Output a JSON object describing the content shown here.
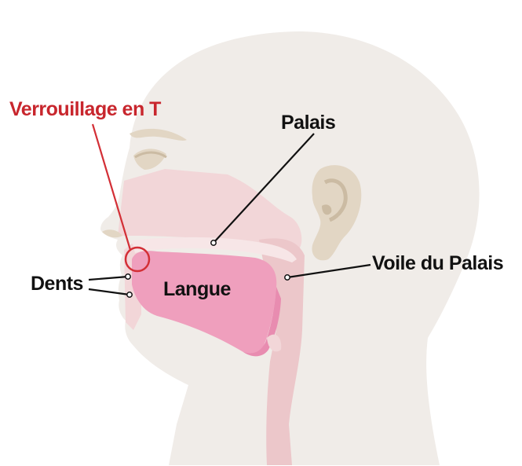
{
  "labels": {
    "t_lock": "Verrouillage en T",
    "palate": "Palais",
    "soft_palate": "Voile du Palais",
    "teeth": "Dents",
    "tongue": "Langue"
  },
  "colors": {
    "head": "#f0ece8",
    "cavity": "#f2d6d8",
    "airway": "#ecc7ca",
    "tongue": "#ef9fbd",
    "tongue_shadow": "#e88cb0",
    "feature": "#e2d6c4",
    "feature_dark": "#cbbba3",
    "highlight": "#d32f36",
    "text": "#111111",
    "highlight_text": "#c8262d"
  }
}
